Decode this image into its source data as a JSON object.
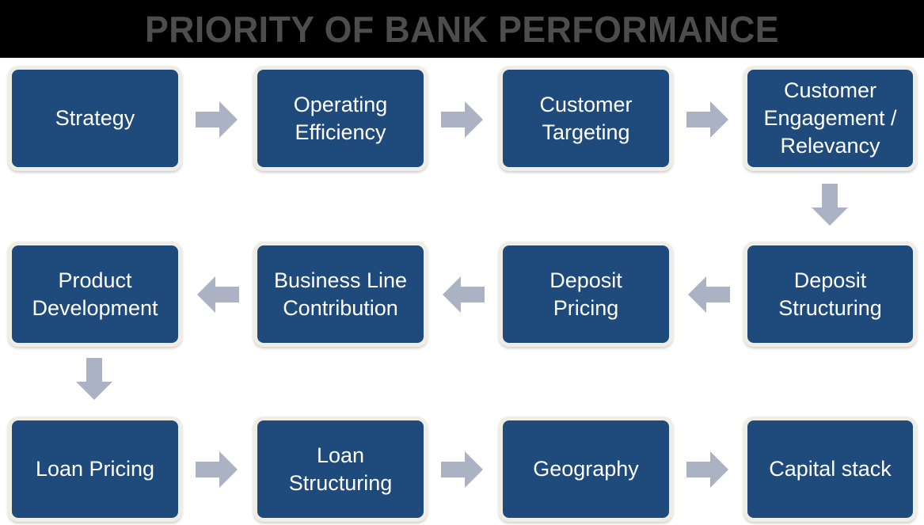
{
  "banner": {
    "title": "PRIORITY OF BANK PERFORMANCE",
    "background_color": "#000000",
    "text_color": "#4d4d4d"
  },
  "theme": {
    "box_fill": "#1f4a7c",
    "box_border": "#f0eee4",
    "box_text": "#ffffff",
    "arrow_fill": "#aab2c4",
    "page_background": "#ffffff"
  },
  "diagram": {
    "type": "flowchart",
    "flow_direction": "serpentine",
    "rows": [
      {
        "direction": "left-to-right",
        "boxes": [
          {
            "label": "Strategy",
            "lines": [
              "Strategy"
            ]
          },
          {
            "label": "Operating Efficiency",
            "lines": [
              "Operating",
              "Efficiency"
            ]
          },
          {
            "label": "Customer Targeting",
            "lines": [
              "Customer",
              "Targeting"
            ]
          },
          {
            "label": "Customer Engagement / Relevancy",
            "lines": [
              "Customer",
              "Engagement /",
              "Relevancy"
            ]
          }
        ]
      },
      {
        "direction": "right-to-left",
        "boxes": [
          {
            "label": "Product Development",
            "lines": [
              "Product",
              "Development"
            ]
          },
          {
            "label": "Business Line Contribution",
            "lines": [
              "Business Line",
              "Contribution"
            ]
          },
          {
            "label": "Deposit Pricing",
            "lines": [
              "Deposit",
              "Pricing"
            ]
          },
          {
            "label": "Deposit Structuring",
            "lines": [
              "Deposit",
              "Structuring"
            ]
          }
        ]
      },
      {
        "direction": "left-to-right",
        "boxes": [
          {
            "label": "Loan Pricing",
            "lines": [
              "Loan Pricing"
            ]
          },
          {
            "label": "Loan Structuring",
            "lines": [
              "Loan",
              "Structuring"
            ]
          },
          {
            "label": "Geography",
            "lines": [
              "Geography"
            ]
          },
          {
            "label": "Capital stack",
            "lines": [
              "Capital stack"
            ]
          }
        ]
      }
    ],
    "connectors": [
      {
        "name": "arrow-row1-strategy-to-operating",
        "direction": "right"
      },
      {
        "name": "arrow-row1-operating-to-targeting",
        "direction": "right"
      },
      {
        "name": "arrow-row1-targeting-to-engagement",
        "direction": "right"
      },
      {
        "name": "arrow-row1-to-row2",
        "direction": "down"
      },
      {
        "name": "arrow-row2-structuring-to-pricing",
        "direction": "left"
      },
      {
        "name": "arrow-row2-pricing-to-contribution",
        "direction": "left"
      },
      {
        "name": "arrow-row2-contribution-to-product",
        "direction": "left"
      },
      {
        "name": "arrow-row2-to-row3",
        "direction": "down"
      },
      {
        "name": "arrow-row3-loanpricing-to-loanstructuring",
        "direction": "right"
      },
      {
        "name": "arrow-row3-loanstructuring-to-geography",
        "direction": "right"
      },
      {
        "name": "arrow-row3-geography-to-capitalstack",
        "direction": "right"
      }
    ]
  }
}
